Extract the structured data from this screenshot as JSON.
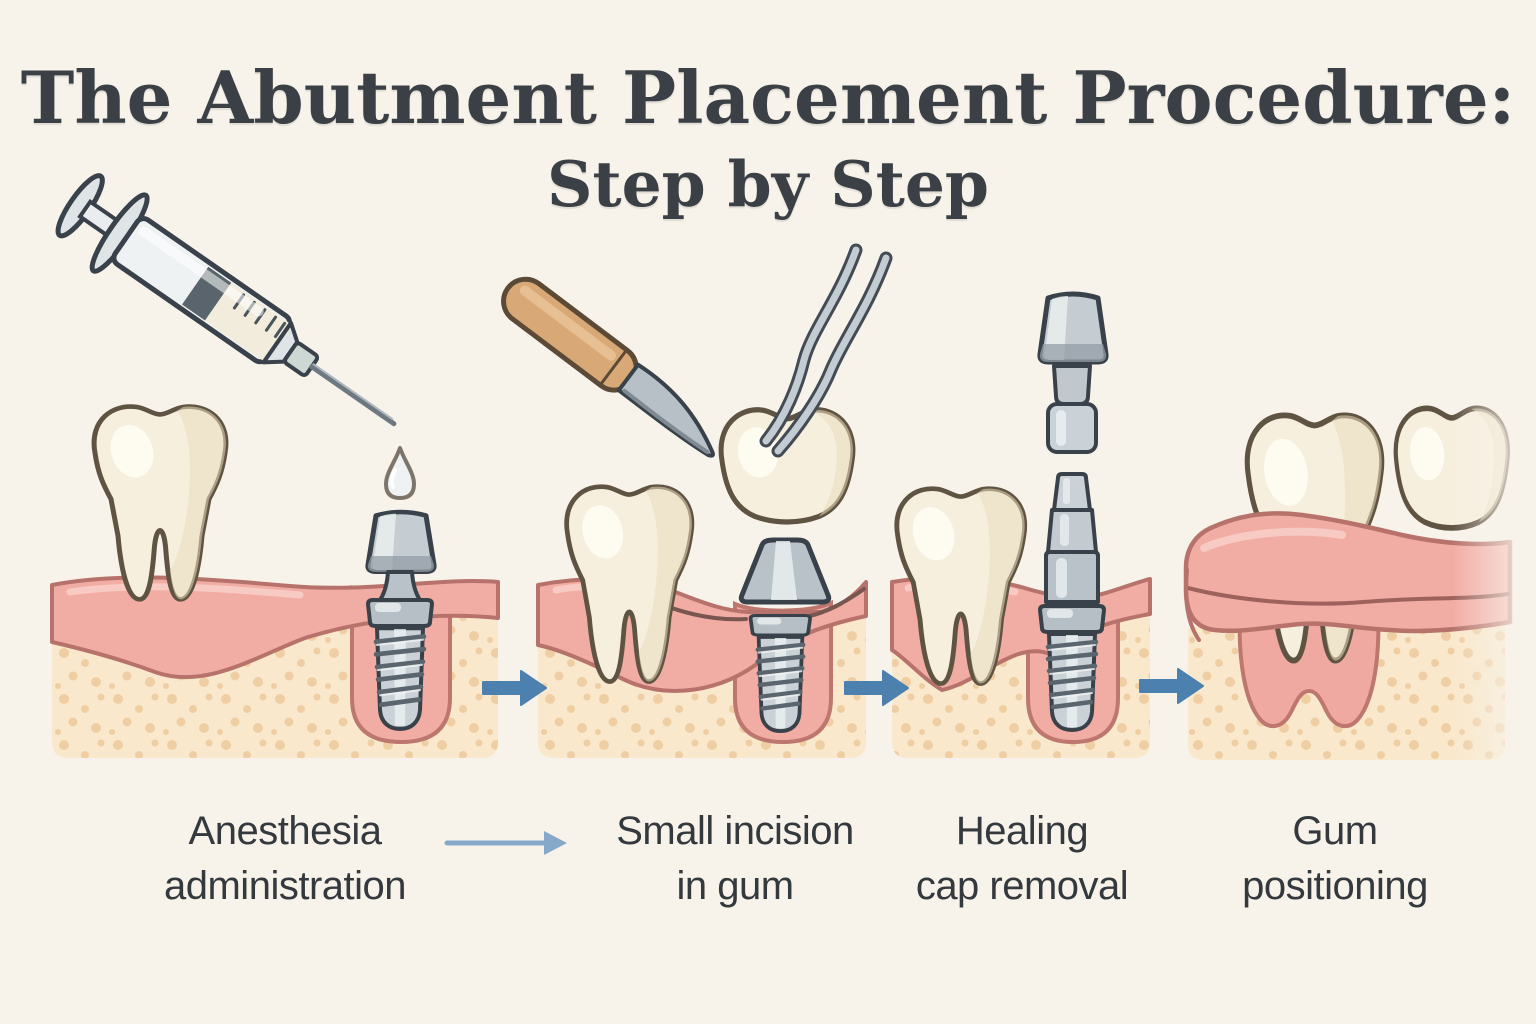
{
  "title": {
    "line1": "The Abutment Placement Procedure:",
    "line2": "Step by Step"
  },
  "steps": [
    {
      "index": 1,
      "caption": "Anesthesia\nadministration",
      "icons": [
        "syringe-icon",
        "droplet-icon",
        "tooth-icon",
        "implant-healing-cap-icon",
        "gum-cross-section"
      ]
    },
    {
      "index": 2,
      "caption": "Small incision\nin gum",
      "icons": [
        "scalpel-icon",
        "tweezers-icon",
        "crown-icon",
        "tooth-icon",
        "abutment-cone-icon",
        "incision-lines",
        "gum-cross-section"
      ]
    },
    {
      "index": 3,
      "caption": "Healing\ncap removal",
      "icons": [
        "healing-cap-icon",
        "abutment-icon",
        "tooth-icon",
        "implant-screw-icon",
        "gum-cross-section"
      ]
    },
    {
      "index": 4,
      "caption": "Gum\npositioning",
      "icons": [
        "tooth-icon",
        "tooth-icon",
        "gum-flap",
        "gum-cross-section"
      ]
    }
  ],
  "flow": {
    "panel_arrows_count": 3,
    "caption_arrow": {
      "from_step": 1,
      "to_step": 2
    }
  },
  "palette": {
    "background": "#f8f3ea",
    "title_text": "#3a4045",
    "caption_text": "#34393e",
    "arrow_blue": "#4c80ae",
    "caption_arrow_blue": "#86a9c9",
    "gum_pink": "#f1aca4",
    "gum_outline": "#b7736b",
    "bone": "#f9e8cb",
    "bone_dots": "#edc99d",
    "tooth_fill": "#f7efde",
    "tooth_outline": "#5f5342",
    "metal_light": "#c3ccd2",
    "metal_outline": "#39424a",
    "scalpel_handle": "#d8a977"
  }
}
